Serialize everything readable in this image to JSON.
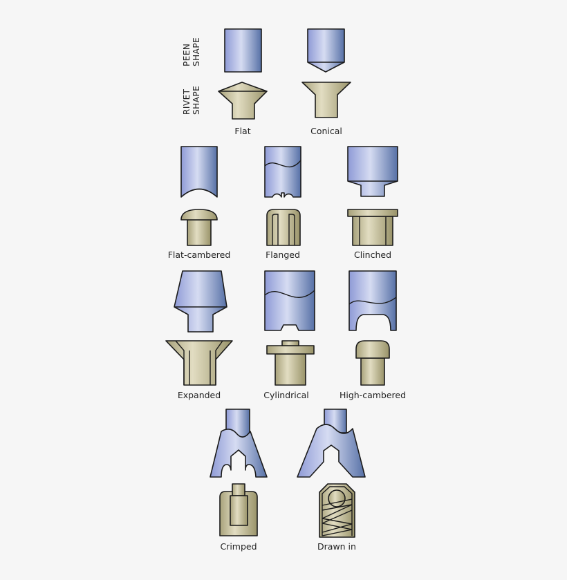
{
  "row_headers": {
    "peen": [
      "PEEN",
      "SHAPE"
    ],
    "rivet": [
      "RIVET",
      "SHAPE"
    ]
  },
  "items": [
    {
      "label": "Flat"
    },
    {
      "label": "Conical"
    },
    {
      "label": "Flat-cambered"
    },
    {
      "label": "Flanged"
    },
    {
      "label": "Clinched"
    },
    {
      "label": "Expanded"
    },
    {
      "label": "Cylindrical"
    },
    {
      "label": "High-cambered"
    },
    {
      "label": "Crimped"
    },
    {
      "label": "Drawn in"
    }
  ],
  "colors": {
    "peen": "#a4ade0",
    "rivet": "#c9c4a0",
    "background": "#f6f6f6"
  }
}
